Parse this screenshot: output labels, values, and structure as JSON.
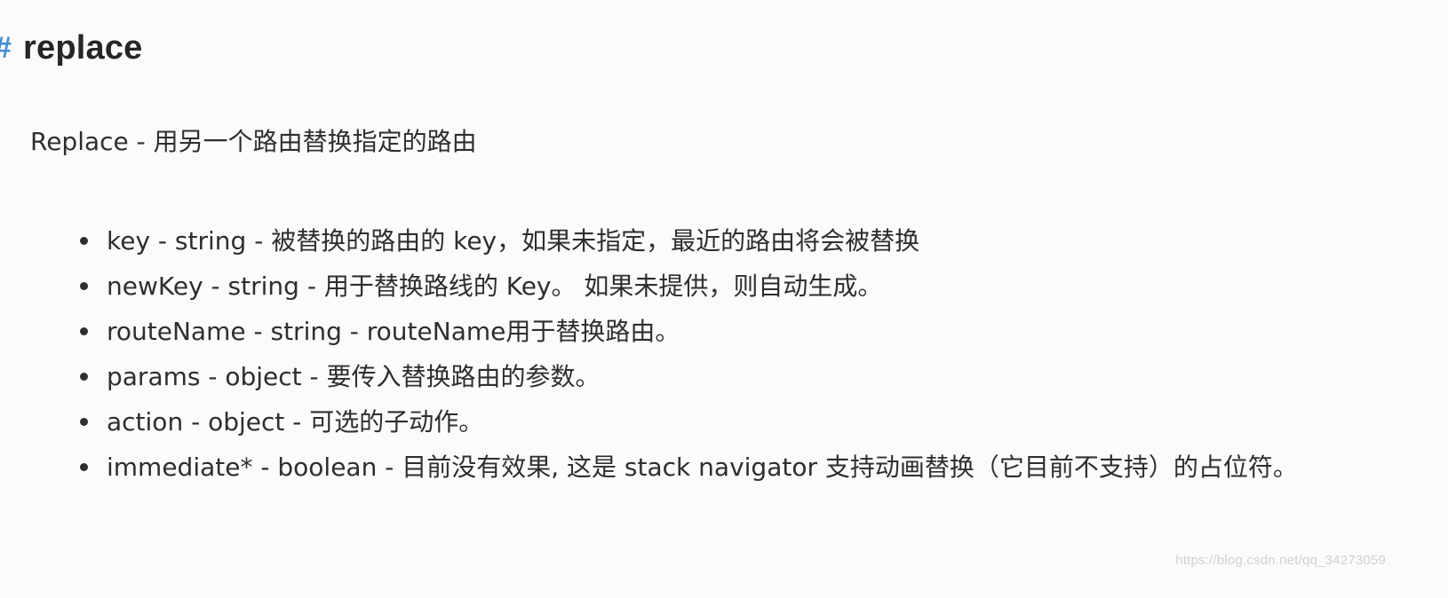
{
  "heading": {
    "anchor": "#",
    "title": "replace"
  },
  "intro": "Replace - 用另一个路由替换指定的路由",
  "params": [
    {
      "text": "key - string - 被替换的路由的 key，如果未指定，最近的路由将会被替换"
    },
    {
      "text": "newKey - string - 用于替换路线的 Key。 如果未提供，则自动生成。"
    },
    {
      "text": "routeName - string - routeName用于替换路由。"
    },
    {
      "text": "params - object - 要传入替换路由的参数。"
    },
    {
      "text": "action - object - 可选的子动作。"
    },
    {
      "text": "immediate* - boolean - 目前没有效果, 这是 stack navigator 支持动画替换（它目前不支持）的占位符。"
    }
  ],
  "watermark": "https://blog.csdn.net/qq_34273059",
  "colors": {
    "anchor": "#3f8bd1",
    "text": "#2e2e2e",
    "background": "#fbfbfb"
  }
}
